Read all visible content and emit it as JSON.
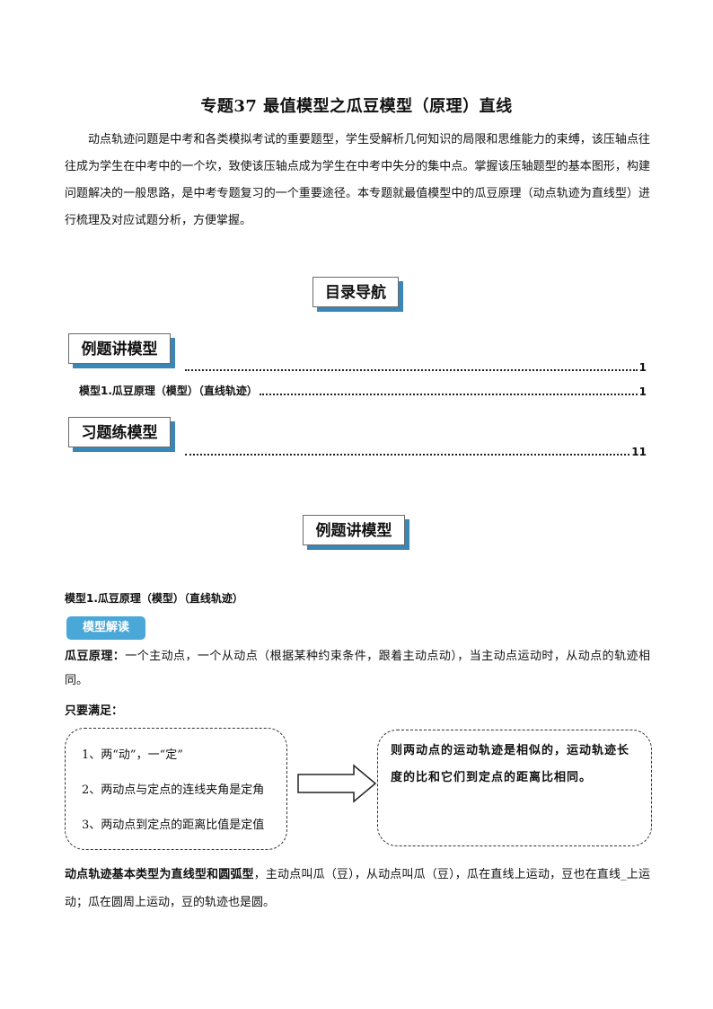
{
  "doc": {
    "title": "专题37  最值模型之瓜豆模型（原理）直线",
    "intro": "动点轨迹问题是中考和各类模拟考试的重要题型，学生受解析几何知识的局限和思维能力的束缚，该压轴点往往成为学生在中考中的一个坎，致使该压轴点成为学生在中考中失分的集中点。掌握该压轴题型的基本图形，构建问题解决的一般思路，是中考专题复习的一个重要途径。本专题就最值模型中的瓜豆原理（动点轨迹为直线型）进行梳理及对应试题分析，方便掌握。"
  },
  "toc": {
    "heading": "目录导航",
    "section1": "例题讲模型",
    "section1_page": "1",
    "item1_label": "模型1.瓜豆原理（模型）（直线轨迹）",
    "item1_page": "1",
    "section2": "习题练模型",
    "section2_page": "11"
  },
  "main": {
    "section_heading": "例题讲模型",
    "model_title": "模型1.瓜豆原理（模型）（直线轨迹）",
    "tag": "模型解读",
    "principle_label": "瓜豆原理：",
    "principle_text": "一个主动点，一个从动点（根据某种约束条件，跟着主动点动），当主动点运动时，从动点的轨迹相同。",
    "requirement": "只要满足：",
    "conditions": [
      "1、两“动”，一“定”",
      "2、两动点与定点的连线夹角是定角",
      "3、两动点到定点的距离比值是定值"
    ],
    "conclusion": "则两动点的运动轨迹是相似的，运动轨迹长度的比和它们到定点的距离比相同。",
    "footer_p1_bold": "动点轨迹基本类型为直线型和圆弧型",
    "footer_p1_rest": "，主动点叫瓜（豆），从动点叫瓜（豆），瓜在直线上运动，豆也在直线_上运动；瓜在圆周上运动，豆的轨迹也是圆。"
  }
}
